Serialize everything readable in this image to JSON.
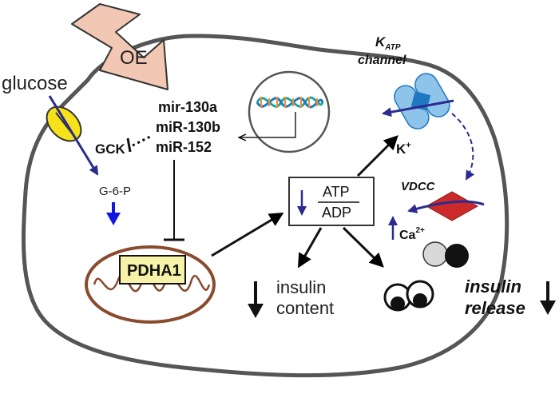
{
  "labels": {
    "oe": "OE",
    "glucose": "glucose",
    "gck": "GCK",
    "g6p": "G-6-P",
    "mir_1": "mir-130a",
    "mir_2": "miR-130b",
    "mir_3": "miR-152",
    "katp_k": "K",
    "katp_sub": "ATP",
    "katp_channel": "channel",
    "atp": "ATP",
    "adp": "ADP",
    "k_ion": "K",
    "k_charge": "+",
    "vdcc": "VDCC",
    "ca_ion": "Ca",
    "ca_charge": "2+",
    "pdha1": "PDHA1",
    "insulin_content_1": "insulin",
    "insulin_content_2": "content",
    "insulin_release_1": "insulin",
    "insulin_release_2": "release"
  },
  "colors": {
    "cell_outline": "#555555",
    "oe_arrow_fill": "#f2c7b4",
    "glut_yellow": "#f5e21a",
    "pathway_blue": "#2b2b8f",
    "bright_blue": "#1515e0",
    "katp_light_blue": "#8ec3ea",
    "katp_dark_blue": "#1f78c0",
    "vdcc_red": "#cc2a2a",
    "pdha1_box_fill": "#f6f2a8",
    "mito_brown": "#8a4b2d",
    "dna_teal": "#1fa69a",
    "dna_orange": "#f08a3c"
  }
}
